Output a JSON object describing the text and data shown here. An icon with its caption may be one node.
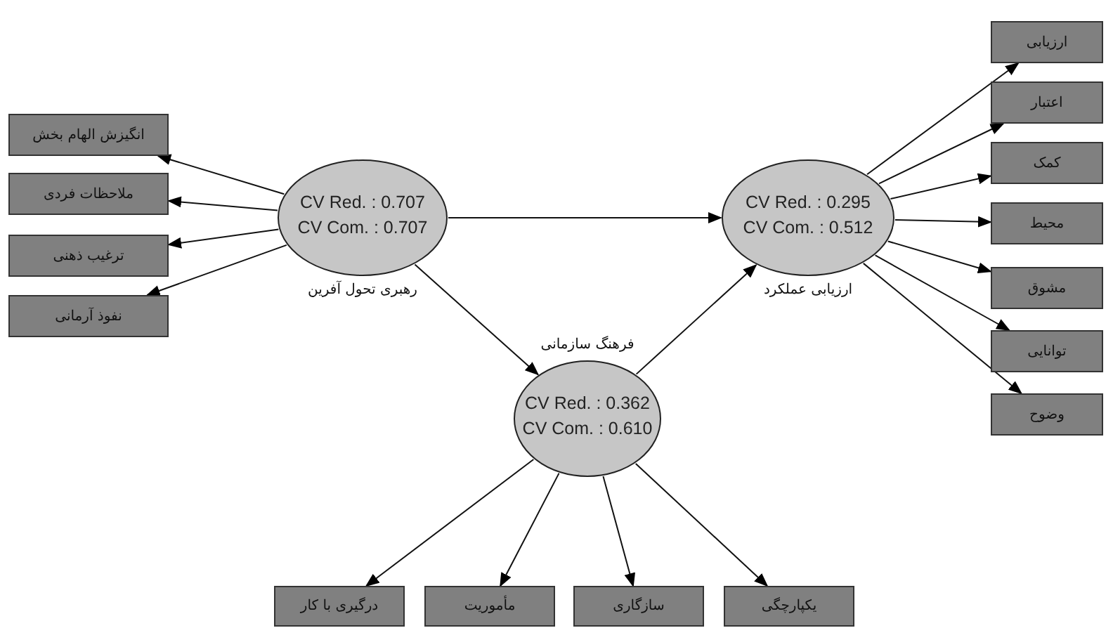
{
  "diagram": {
    "nodes": [
      {
        "text": [
          "CV Red. : 0.707",
          "CV Com. : 0.707",
          "رهبری تحول آفرین"
        ]
      },
      {
        "text": [
          "CV Red. : 0.295",
          "CV Com. : 0.512",
          "ارزیابی عملکرد"
        ]
      },
      {
        "text": [
          "فرهنگ سازمانی",
          "CV Red. : 0.362",
          "CV Com. : 0.610"
        ]
      },
      {
        "text": [
          "انگیزش الهام بخش"
        ]
      },
      {
        "text": [
          "ملاحظات فردی"
        ]
      },
      {
        "text": [
          "ترغیب ذهنی"
        ]
      },
      {
        "text": [
          "نفوذ آرمانی"
        ]
      },
      {
        "text": [
          "ارزیابی"
        ]
      },
      {
        "text": [
          "اعتبار"
        ]
      },
      {
        "text": [
          "کمک"
        ]
      },
      {
        "text": [
          "محیط"
        ]
      },
      {
        "text": [
          "مشوق"
        ]
      },
      {
        "text": [
          "توانایی"
        ]
      },
      {
        "text": [
          "وضوح"
        ]
      },
      {
        "text": [
          "درگیری با کار"
        ]
      },
      {
        "text": [
          "مأموریت"
        ]
      },
      {
        "text": [
          "سازگاری"
        ]
      },
      {
        "text": [
          "یکپارچگی"
        ]
      }
    ],
    "edges": [
      {
        "from": 0,
        "to": 3,
        "arrow": "to"
      },
      {
        "from": 0,
        "to": 4,
        "arrow": "to"
      },
      {
        "from": 0,
        "to": 5,
        "arrow": "to"
      },
      {
        "from": 0,
        "to": 6,
        "arrow": "to"
      },
      {
        "from": 0,
        "to": 1,
        "arrow": "to"
      },
      {
        "from": 0,
        "to": 2,
        "arrow": "to"
      },
      {
        "from": 2,
        "to": 1,
        "arrow": "to"
      },
      {
        "from": 1,
        "to": 7,
        "arrow": "to"
      },
      {
        "from": 1,
        "to": 8,
        "arrow": "to"
      },
      {
        "from": 1,
        "to": 9,
        "arrow": "to"
      },
      {
        "from": 1,
        "to": 10,
        "arrow": "to"
      },
      {
        "from": 1,
        "to": 11,
        "arrow": "to"
      },
      {
        "from": 1,
        "to": 12,
        "arrow": "to"
      },
      {
        "from": 1,
        "to": 13,
        "arrow": "to"
      },
      {
        "from": 2,
        "to": 14,
        "arrow": "to"
      },
      {
        "from": 2,
        "to": 15,
        "arrow": "to"
      },
      {
        "from": 2,
        "to": 16,
        "arrow": "to"
      },
      {
        "from": 2,
        "to": 17,
        "arrow": "to"
      }
    ]
  }
}
